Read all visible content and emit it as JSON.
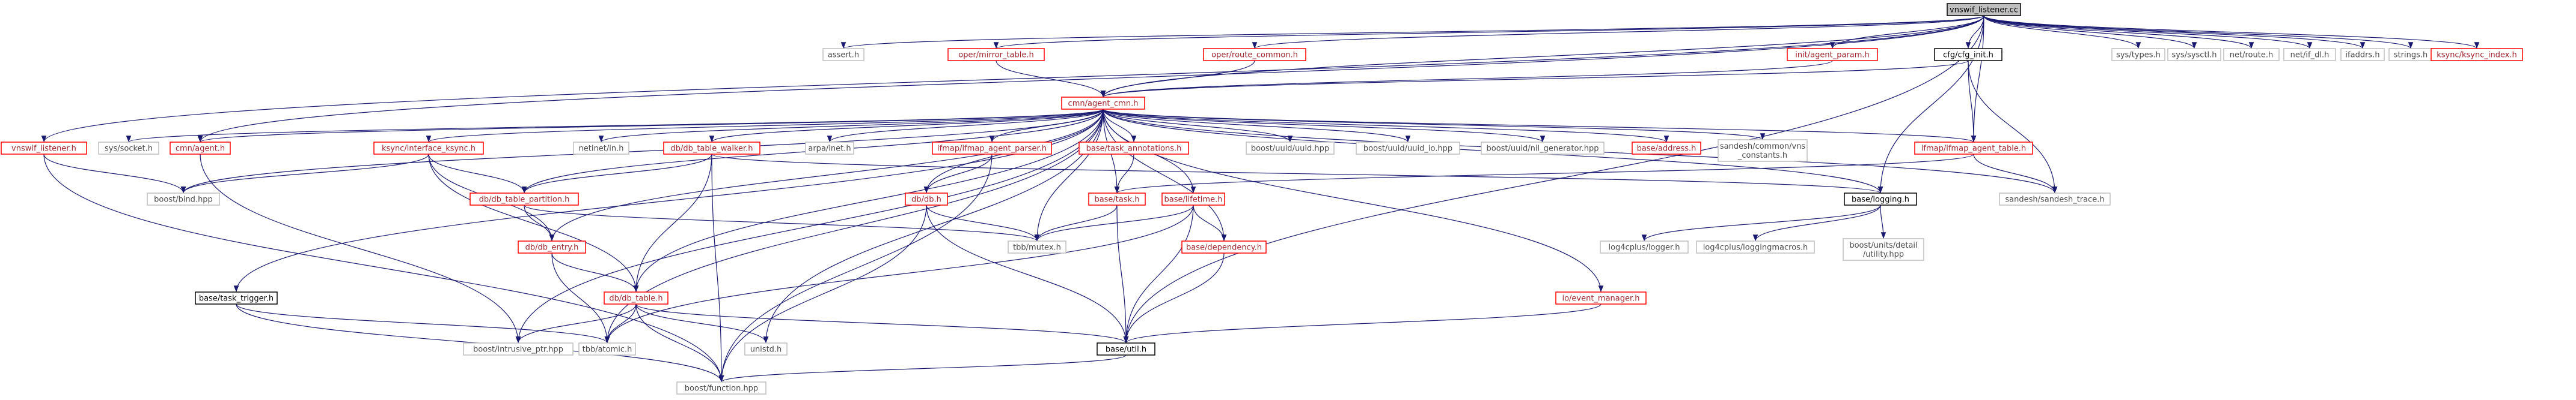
{
  "nodes": [
    {
      "id": "root",
      "label": "vnswif_listener.cc",
      "style": "root"
    },
    {
      "id": "assert",
      "label": "assert.h",
      "style": "gray"
    },
    {
      "id": "mirror_table",
      "label": "oper/mirror_table.h",
      "style": "red"
    },
    {
      "id": "route_common",
      "label": "oper/route_common.h",
      "style": "red"
    },
    {
      "id": "agent_param",
      "label": "init/agent_param.h",
      "style": "red"
    },
    {
      "id": "cfg_init",
      "label": "cfg/cfg_init.h",
      "style": "blk"
    },
    {
      "id": "sys_types",
      "label": "sys/types.h",
      "style": "gray"
    },
    {
      "id": "sys_sysctl",
      "label": "sys/sysctl.h",
      "style": "gray"
    },
    {
      "id": "net_route",
      "label": "net/route.h",
      "style": "gray"
    },
    {
      "id": "net_if_dl",
      "label": "net/if_dl.h",
      "style": "gray"
    },
    {
      "id": "ifaddrs",
      "label": "ifaddrs.h",
      "style": "gray"
    },
    {
      "id": "strings",
      "label": "strings.h",
      "style": "gray"
    },
    {
      "id": "ksync_index",
      "label": "ksync/ksync_index.h",
      "style": "red"
    },
    {
      "id": "agent_cmn",
      "label": "cmn/agent_cmn.h",
      "style": "red"
    },
    {
      "id": "vnswif_listener_h",
      "label": "vnswif_listener.h",
      "style": "red"
    },
    {
      "id": "sys_socket",
      "label": "sys/socket.h",
      "style": "gray"
    },
    {
      "id": "agent_h",
      "label": "cmn/agent.h",
      "style": "red"
    },
    {
      "id": "interface_ksync",
      "label": "ksync/interface_ksync.h",
      "style": "red"
    },
    {
      "id": "netinet_in",
      "label": "netinet/in.h",
      "style": "gray"
    },
    {
      "id": "db_table_walker",
      "label": "db/db_table_walker.h",
      "style": "red"
    },
    {
      "id": "arpa_inet",
      "label": "arpa/inet.h",
      "style": "gray"
    },
    {
      "id": "ifmap_parser",
      "label": "ifmap/ifmap_agent_parser.h",
      "style": "red"
    },
    {
      "id": "task_annotations",
      "label": "base/task_annotations.h",
      "style": "red"
    },
    {
      "id": "uuid_hpp",
      "label": "boost/uuid/uuid.hpp",
      "style": "gray"
    },
    {
      "id": "uuid_io",
      "label": "boost/uuid/uuid_io.hpp",
      "style": "gray"
    },
    {
      "id": "nil_gen",
      "label": "boost/uuid/nil_generator.hpp",
      "style": "gray"
    },
    {
      "id": "base_address",
      "label": "base/address.h",
      "style": "red"
    },
    {
      "id": "vns_constants",
      "label": [
        "sandesh/common/vns",
        "_constants.h"
      ],
      "style": "gray"
    },
    {
      "id": "ifmap_table",
      "label": "ifmap/ifmap_agent_table.h",
      "style": "red"
    },
    {
      "id": "boost_bind",
      "label": "boost/bind.hpp",
      "style": "gray"
    },
    {
      "id": "db_table_partition",
      "label": "db/db_table_partition.h",
      "style": "red"
    },
    {
      "id": "db_h",
      "label": "db/db.h",
      "style": "red"
    },
    {
      "id": "base_task",
      "label": "base/task.h",
      "style": "red"
    },
    {
      "id": "base_lifetime",
      "label": "base/lifetime.h",
      "style": "red"
    },
    {
      "id": "base_logging",
      "label": "base/logging.h",
      "style": "blk"
    },
    {
      "id": "sandesh_trace",
      "label": "sandesh/sandesh_trace.h",
      "style": "gray"
    },
    {
      "id": "tbb_mutex",
      "label": "tbb/mutex.h",
      "style": "gray"
    },
    {
      "id": "log4_logger",
      "label": "log4cplus/logger.h",
      "style": "gray"
    },
    {
      "id": "log4_macros",
      "label": "log4cplus/loggingmacros.h",
      "style": "gray"
    },
    {
      "id": "units_utility",
      "label": [
        "boost/units/detail",
        "/utility.hpp"
      ],
      "style": "gray"
    },
    {
      "id": "base_dependency",
      "label": "base/dependency.h",
      "style": "red"
    },
    {
      "id": "db_entry",
      "label": "db/db_entry.h",
      "style": "red"
    },
    {
      "id": "task_trigger",
      "label": "base/task_trigger.h",
      "style": "blk"
    },
    {
      "id": "db_table",
      "label": "db/db_table.h",
      "style": "red"
    },
    {
      "id": "event_manager",
      "label": "io/event_manager.h",
      "style": "red"
    },
    {
      "id": "intrusive_ptr",
      "label": "boost/intrusive_ptr.hpp",
      "style": "gray"
    },
    {
      "id": "tbb_atomic",
      "label": "tbb/atomic.h",
      "style": "gray"
    },
    {
      "id": "unistd",
      "label": "unistd.h",
      "style": "gray"
    },
    {
      "id": "base_util",
      "label": "base/util.h",
      "style": "blk"
    },
    {
      "id": "boost_function",
      "label": "boost/function.hpp",
      "style": "gray"
    }
  ],
  "edges": [
    [
      "root",
      "assert"
    ],
    [
      "root",
      "mirror_table"
    ],
    [
      "root",
      "route_common"
    ],
    [
      "root",
      "agent_param"
    ],
    [
      "root",
      "cfg_init"
    ],
    [
      "root",
      "sys_types"
    ],
    [
      "root",
      "sys_sysctl"
    ],
    [
      "root",
      "net_route"
    ],
    [
      "root",
      "net_if_dl"
    ],
    [
      "root",
      "ifaddrs"
    ],
    [
      "root",
      "strings"
    ],
    [
      "root",
      "ksync_index"
    ],
    [
      "root",
      "agent_cmn"
    ],
    [
      "root",
      "vnswif_listener_h"
    ],
    [
      "root",
      "agent_h"
    ],
    [
      "root",
      "base_logging"
    ],
    [
      "root",
      "base_util"
    ],
    [
      "root",
      "ifmap_table"
    ],
    [
      "mirror_table",
      "agent_cmn"
    ],
    [
      "route_common",
      "agent_cmn"
    ],
    [
      "agent_param",
      "agent_cmn"
    ],
    [
      "cfg_init",
      "agent_cmn"
    ],
    [
      "cfg_init",
      "ifmap_table"
    ],
    [
      "cfg_init",
      "sandesh_trace"
    ],
    [
      "agent_cmn",
      "sys_socket"
    ],
    [
      "agent_cmn",
      "agent_h"
    ],
    [
      "agent_cmn",
      "interface_ksync"
    ],
    [
      "agent_cmn",
      "netinet_in"
    ],
    [
      "agent_cmn",
      "db_table_walker"
    ],
    [
      "agent_cmn",
      "arpa_inet"
    ],
    [
      "agent_cmn",
      "ifmap_parser"
    ],
    [
      "agent_cmn",
      "task_annotations"
    ],
    [
      "agent_cmn",
      "uuid_hpp"
    ],
    [
      "agent_cmn",
      "uuid_io"
    ],
    [
      "agent_cmn",
      "nil_gen"
    ],
    [
      "agent_cmn",
      "base_address"
    ],
    [
      "agent_cmn",
      "vns_constants"
    ],
    [
      "agent_cmn",
      "ifmap_table"
    ],
    [
      "agent_cmn",
      "boost_bind"
    ],
    [
      "agent_cmn",
      "db_table_partition"
    ],
    [
      "agent_cmn",
      "db_h"
    ],
    [
      "agent_cmn",
      "base_task"
    ],
    [
      "agent_cmn",
      "base_lifetime"
    ],
    [
      "agent_cmn",
      "base_logging"
    ],
    [
      "agent_cmn",
      "sandesh_trace"
    ],
    [
      "agent_cmn",
      "tbb_mutex"
    ],
    [
      "agent_cmn",
      "base_dependency"
    ],
    [
      "agent_cmn",
      "db_entry"
    ],
    [
      "agent_cmn",
      "task_trigger"
    ],
    [
      "agent_cmn",
      "db_table"
    ],
    [
      "agent_cmn",
      "event_manager"
    ],
    [
      "agent_cmn",
      "intrusive_ptr"
    ],
    [
      "agent_cmn",
      "tbb_atomic"
    ],
    [
      "agent_cmn",
      "unistd"
    ],
    [
      "vnswif_listener_h",
      "boost_bind"
    ],
    [
      "vnswif_listener_h",
      "boost_function"
    ],
    [
      "agent_h",
      "intrusive_ptr"
    ],
    [
      "interface_ksync",
      "boost_bind"
    ],
    [
      "interface_ksync",
      "db_table_partition"
    ],
    [
      "interface_ksync",
      "db_entry"
    ],
    [
      "interface_ksync",
      "db_table"
    ],
    [
      "db_table_walker",
      "db_table_partition"
    ],
    [
      "db_table_walker",
      "db_table"
    ],
    [
      "db_table_walker",
      "base_logging"
    ],
    [
      "db_table_walker",
      "boost_function"
    ],
    [
      "ifmap_parser",
      "db_h"
    ],
    [
      "ifmap_parser",
      "boost_function"
    ],
    [
      "task_annotations",
      "base_task"
    ],
    [
      "ifmap_table",
      "base_task"
    ],
    [
      "ifmap_table",
      "sandesh_trace"
    ],
    [
      "db_table_partition",
      "tbb_mutex"
    ],
    [
      "db_table_partition",
      "db_entry"
    ],
    [
      "db_h",
      "tbb_mutex"
    ],
    [
      "db_h",
      "base_util"
    ],
    [
      "db_h",
      "boost_function"
    ],
    [
      "base_task",
      "tbb_mutex"
    ],
    [
      "base_task",
      "base_util"
    ],
    [
      "base_lifetime",
      "tbb_mutex"
    ],
    [
      "base_lifetime",
      "base_dependency"
    ],
    [
      "base_lifetime",
      "base_util"
    ],
    [
      "base_lifetime",
      "tbb_atomic"
    ],
    [
      "base_logging",
      "log4_logger"
    ],
    [
      "base_logging",
      "log4_macros"
    ],
    [
      "base_logging",
      "units_utility"
    ],
    [
      "base_dependency",
      "base_util"
    ],
    [
      "db_entry",
      "db_table"
    ],
    [
      "db_entry",
      "tbb_atomic"
    ],
    [
      "db_table",
      "intrusive_ptr"
    ],
    [
      "db_table",
      "tbb_atomic"
    ],
    [
      "db_table",
      "unistd"
    ],
    [
      "db_table",
      "base_util"
    ],
    [
      "db_table",
      "boost_function"
    ],
    [
      "task_trigger",
      "tbb_atomic"
    ],
    [
      "task_trigger",
      "boost_function"
    ],
    [
      "event_manager",
      "base_util"
    ],
    [
      "base_util",
      "boost_function"
    ]
  ]
}
